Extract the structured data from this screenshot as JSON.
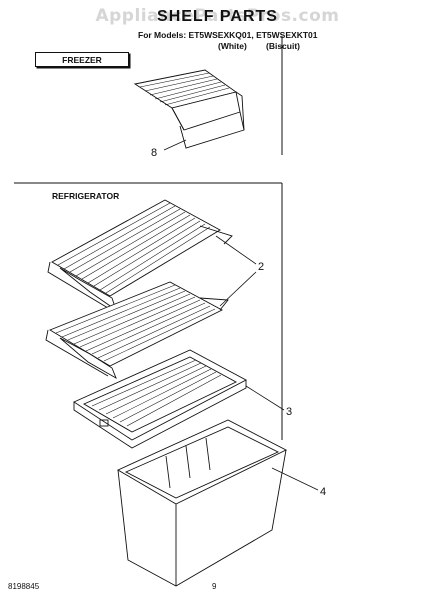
{
  "watermark": "AppliancePartsPros.com",
  "header": {
    "title": "SHELF PARTS",
    "models": "For Models: ET5WSEXKQ01, ET5WSEXKT01",
    "variant_white": "(White)",
    "variant_biscuit": "(Biscuit)"
  },
  "sections": {
    "freezer_label": "FREEZER",
    "refrigerator_label": "REFRIGERATOR"
  },
  "callouts": {
    "c8": "8",
    "c2": "2",
    "c3": "3",
    "c4": "4"
  },
  "footer": {
    "doc_number": "8198845",
    "page_number": "9"
  }
}
